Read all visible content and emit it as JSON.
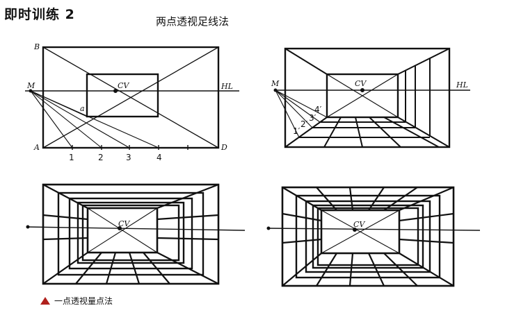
{
  "header": {
    "title": "即时训练 2",
    "subtitle": "两点透视足线法"
  },
  "caption": {
    "text": "一点透视量点法",
    "marker_color": "#b0201c"
  },
  "labels": {
    "B": "B",
    "A": "A",
    "D": "D",
    "M": "M",
    "a": "a",
    "CV": "CV",
    "HL": "HL",
    "n1": "1",
    "n2": "2",
    "n3": "3",
    "n4": "4",
    "p1": "1′",
    "p2": "2′",
    "p3": "3′",
    "p4": "4′"
  }
}
